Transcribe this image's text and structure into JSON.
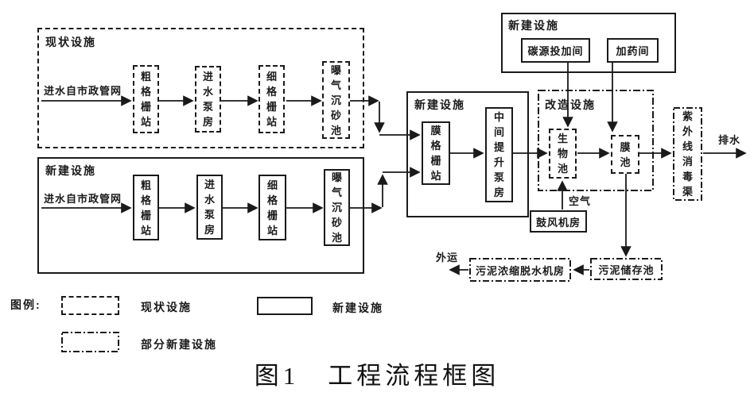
{
  "figure": {
    "caption": "图1　工程流程框图",
    "labels": {
      "inflow": "进水自市政管网",
      "outflow": "排水",
      "air": "空气",
      "haul_away": "外运",
      "legend_title": "图例:"
    },
    "containers": {
      "existing": "现状设施",
      "new_left": "新建设施",
      "new_mid": "新建设施",
      "new_top_right": "新建设施",
      "rebuild": "改造设施"
    },
    "top_chain": [
      "粗格栅站",
      "进水泵房",
      "细格栅站",
      "曝气沉砂池"
    ],
    "bottom_chain": [
      "粗格栅站",
      "进水泵房",
      "细格栅站",
      "曝气沉砂池"
    ],
    "mid_units": {
      "membrane_screen": "膜格栅站",
      "intermediate_lift": "中间提升泵房"
    },
    "dosing_units": {
      "carbon_source": "碳源投加间",
      "chemical": "加药间"
    },
    "rebuild_units": {
      "bio_tank": "生物池",
      "membrane_tank": "膜池"
    },
    "uv_channel": "紫外线消毒渠",
    "blower_house": "鼓风机房",
    "sludge": {
      "storage": "污泥储存池",
      "dewatering": "污泥浓缩脱水机房"
    },
    "legend": {
      "existing": "现状设施",
      "new": "新建设施",
      "partial_new": "部分新建设施"
    },
    "colors": {
      "line": "#1a1a1a",
      "background": "#ffffff"
    }
  }
}
